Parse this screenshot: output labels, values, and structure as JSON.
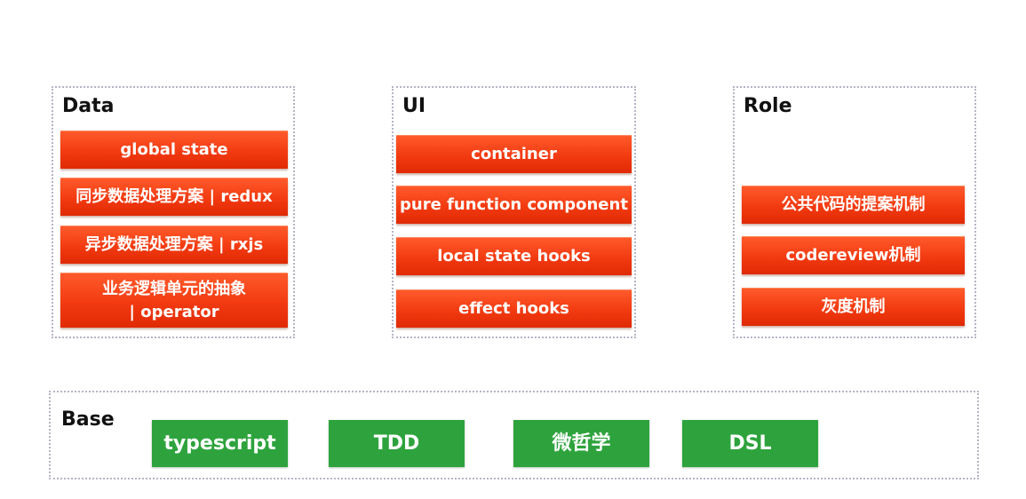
{
  "data_group": {
    "title": "Data",
    "items": [
      "global state",
      "同步数据处理方案 | redux",
      "异步数据处理方案 | rxjs",
      "业务逻辑单元的抽象\n| operator"
    ]
  },
  "ui_group": {
    "title": "UI",
    "items": [
      "container",
      "pure function component",
      "local state hooks",
      "effect hooks"
    ]
  },
  "role_group": {
    "title": "Role",
    "items": [
      "公共代码的提案机制",
      "codereview机制",
      "灰度机制"
    ]
  },
  "base_group": {
    "title": "Base",
    "items": [
      "typescript",
      "TDD",
      "微哲学",
      "DSL"
    ]
  },
  "colors": {
    "box_red": "#f23a11",
    "box_green": "#2ea33d",
    "group_border": "#b4b4c8"
  }
}
